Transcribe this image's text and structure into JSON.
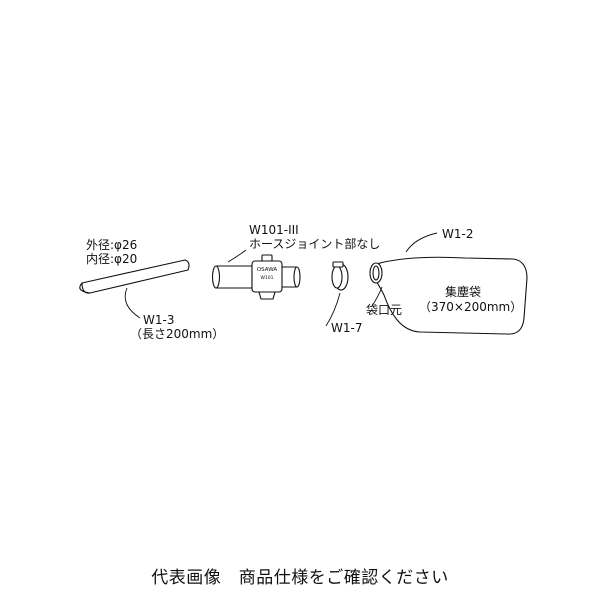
{
  "labels": {
    "outer_diameter": "外径:φ26",
    "inner_diameter": "内径:φ20",
    "w13_code": "W1-3",
    "w13_length": "（長さ200mm）",
    "w101_code": "W101-III",
    "w101_note": "ホースジョイント部なし",
    "w17_code": "W1-7",
    "w12_code": "W1-2",
    "bag_mouth": "袋口元",
    "dust_bag": "集塵袋",
    "bag_size": "（370×200mm）"
  },
  "joint_marks": {
    "brand": "OSAWA",
    "model": "W101"
  },
  "caption": "代表画像　商品仕様をご確認ください"
}
